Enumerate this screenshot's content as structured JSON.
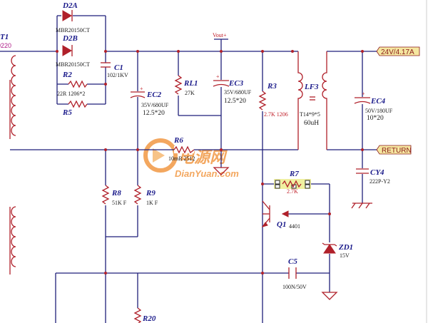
{
  "watermark": {
    "cn": "电源网",
    "en": "DianYuan.com",
    "color": "#f08a2a"
  },
  "colors": {
    "wire": "#1f1f7a",
    "component": "#b0202a",
    "port_fill": "#f5e7a0"
  },
  "transformer": {
    "ref": "T1",
    "value": "0220"
  },
  "rails": {
    "vout": "Vout+",
    "out_port": "24V/4.17A",
    "return_port": "RETURN"
  },
  "components": {
    "d2a": {
      "ref": "D2A",
      "value": "MBR20150CT"
    },
    "d2b": {
      "ref": "D2B",
      "value": "MBR20150CT"
    },
    "c1": {
      "ref": "C1",
      "value": "102/1KV"
    },
    "r2": {
      "ref": "R2",
      "value": "22R 1206*2"
    },
    "r5": {
      "ref": "R5"
    },
    "ec2": {
      "ref": "EC2",
      "value1": "35V/680UF",
      "value2": "12.5*20"
    },
    "rl1": {
      "ref": "RL1",
      "value": "27K"
    },
    "ec3": {
      "ref": "EC3",
      "value1": "35V/680UF",
      "value2": "12.5*20"
    },
    "r3": {
      "ref": "R3",
      "value": "2.7K 1206"
    },
    "lf3": {
      "ref": "LF3",
      "value1": "T14*9*5",
      "value2": "60uH"
    },
    "ec4": {
      "ref": "EC4",
      "value1": "50V/180UF",
      "value2": "10*20"
    },
    "r6": {
      "ref": "R6",
      "value": "10mR 2512"
    },
    "cy4": {
      "ref": "CY4",
      "value": "222P-Y2"
    },
    "r7": {
      "ref": "R7",
      "value": "2.7K"
    },
    "r8": {
      "ref": "R8",
      "value": "51K F"
    },
    "r9": {
      "ref": "R9",
      "value": "1K F"
    },
    "q1": {
      "ref": "Q1",
      "value": "4401"
    },
    "zd1": {
      "ref": "ZD1",
      "value": "15V"
    },
    "c5": {
      "ref": "C5",
      "value": "100N/50V"
    },
    "r20": {
      "ref": "R20"
    }
  }
}
